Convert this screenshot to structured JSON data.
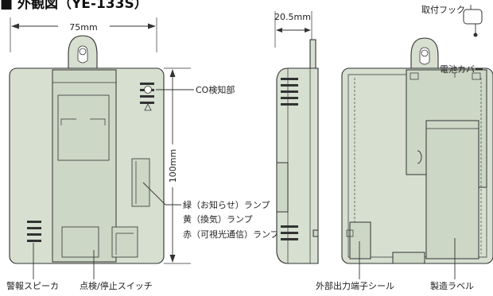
{
  "title": "■ 外観図（YE-133S）",
  "dimensions": {
    "width": "75mm",
    "height": "100mm",
    "depth": "20.5mm"
  },
  "labels": {
    "co_sensor": "CO検知部",
    "lamp_green": "緑（お知らせ）ランプ",
    "lamp_yellow": "黄（換気）ランプ",
    "lamp_red": "赤（可視光通信）ランプ",
    "speaker": "警報スピーカ",
    "switch": "点検/停止スイッチ",
    "hook": "取付フック",
    "battery_cover": "電池カバー",
    "external_terminal": "外部出力端子シール",
    "label_plate": "製造ラベル"
  }
}
